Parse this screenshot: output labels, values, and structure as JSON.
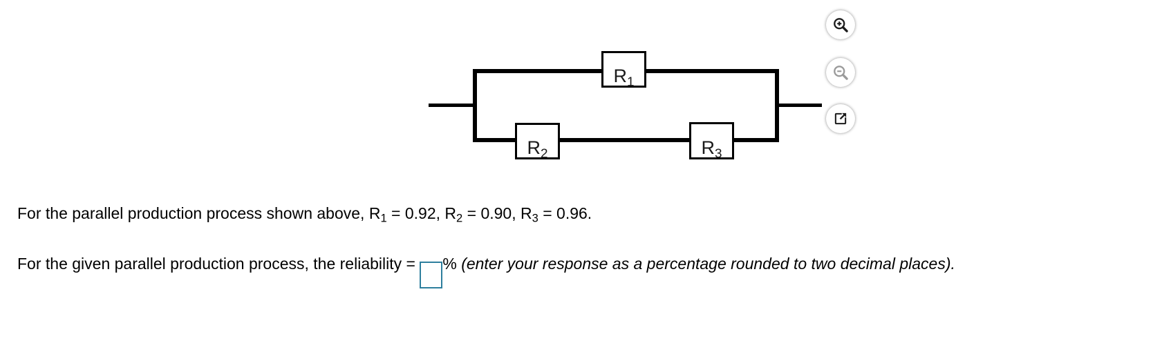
{
  "diagram": {
    "kind": "reliability-block-diagram",
    "structure": "two parallel branches: R1 alone on the top branch; R2 and R3 in series on the bottom branch",
    "blocks": [
      {
        "id": "R1",
        "label_segments": [
          {
            "t": "R"
          },
          {
            "sub": "1"
          }
        ]
      },
      {
        "id": "R2",
        "label_segments": [
          {
            "t": "R"
          },
          {
            "sub": "2"
          }
        ]
      },
      {
        "id": "R3",
        "label_segments": [
          {
            "t": "R"
          },
          {
            "sub": "3"
          }
        ]
      }
    ]
  },
  "toolbar": {
    "buttons": [
      {
        "name": "zoom-in",
        "icon": "magnifier-plus-icon",
        "enabled": true
      },
      {
        "name": "zoom-out",
        "icon": "magnifier-minus-icon",
        "enabled": false
      },
      {
        "name": "open-in-new-window",
        "icon": "external-link-icon",
        "enabled": true
      }
    ]
  },
  "problem": {
    "statement_segments": [
      {
        "t": "For the parallel production process shown above, R"
      },
      {
        "sub": "1"
      },
      {
        "t": " = 0.92, R"
      },
      {
        "sub": "2"
      },
      {
        "t": " = 0.90, R"
      },
      {
        "sub": "3"
      },
      {
        "t": " = 0.96."
      }
    ],
    "question_prefix_segments": [
      {
        "t": "For the given parallel production process, the reliability = "
      }
    ],
    "question_suffix_segments": [
      {
        "t": "% "
      },
      {
        "italic": "(enter your response as a percentage rounded to two decimal places)."
      }
    ],
    "answer_value": "",
    "values": {
      "R1": "0.92",
      "R2": "0.90",
      "R3": "0.96"
    }
  },
  "colors": {
    "answer_border": "#2d7e9d",
    "wire": "#000000",
    "icon_active": "#1c1c1c",
    "icon_disabled": "#9a9a9a"
  }
}
